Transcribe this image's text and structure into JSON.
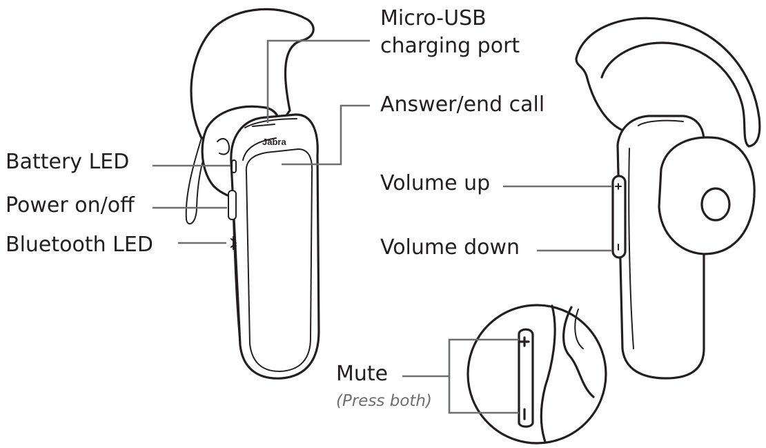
{
  "labels": {
    "usb_line1": "Micro-USB",
    "usb_line2": "charging port",
    "answer": "Answer/end call",
    "battery": "Battery LED",
    "power": "Power on/off",
    "bluetooth": "Bluetooth LED",
    "volume_up": "Volume up",
    "volume_down": "Volume down",
    "mute": "Mute",
    "mute_hint": "(Press both)"
  },
  "device": {
    "brand": "Jabra"
  },
  "colors": {
    "ink": "#231f20",
    "leader_lines": "#6d6e71",
    "hint_text": "#6d6e71",
    "background": "#ffffff"
  }
}
